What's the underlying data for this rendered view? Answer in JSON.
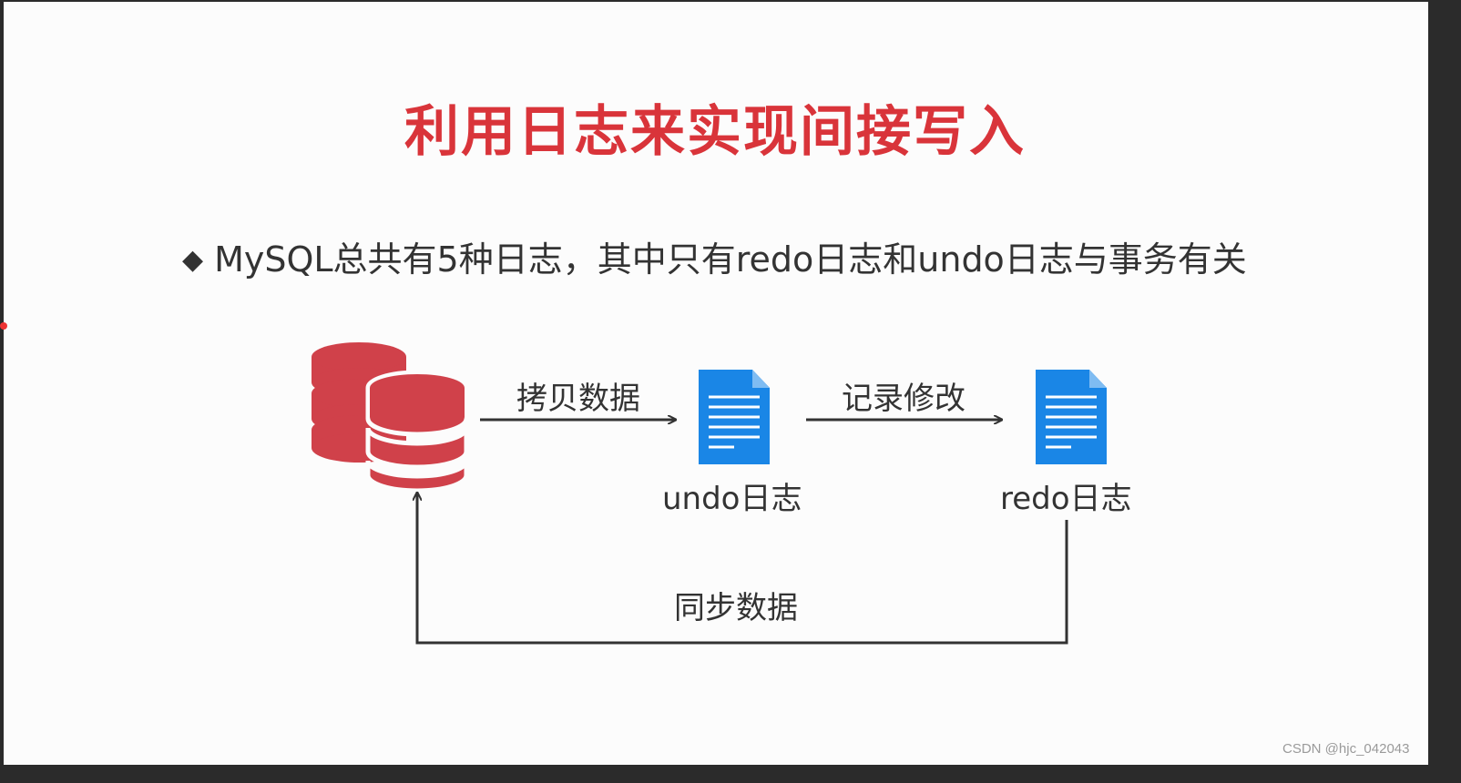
{
  "slide": {
    "title": "利用日志来实现间接写入",
    "bullet_icon": "◆",
    "bullet_text": "MySQL总共有5种日志，其中只有redo日志和undo日志与事务有关"
  },
  "diagram": {
    "nodes": {
      "database": {
        "icon": "database-icon",
        "color": "#d0414a"
      },
      "undo_log": {
        "icon": "document-icon",
        "label": "undo日志",
        "color": "#1a86e6"
      },
      "redo_log": {
        "icon": "document-icon",
        "label": "redo日志",
        "color": "#1a86e6"
      }
    },
    "edges": {
      "copy_data": "拷贝数据",
      "record_change": "记录修改",
      "sync_data": "同步数据"
    }
  },
  "watermark": "CSDN @hjc_042043"
}
